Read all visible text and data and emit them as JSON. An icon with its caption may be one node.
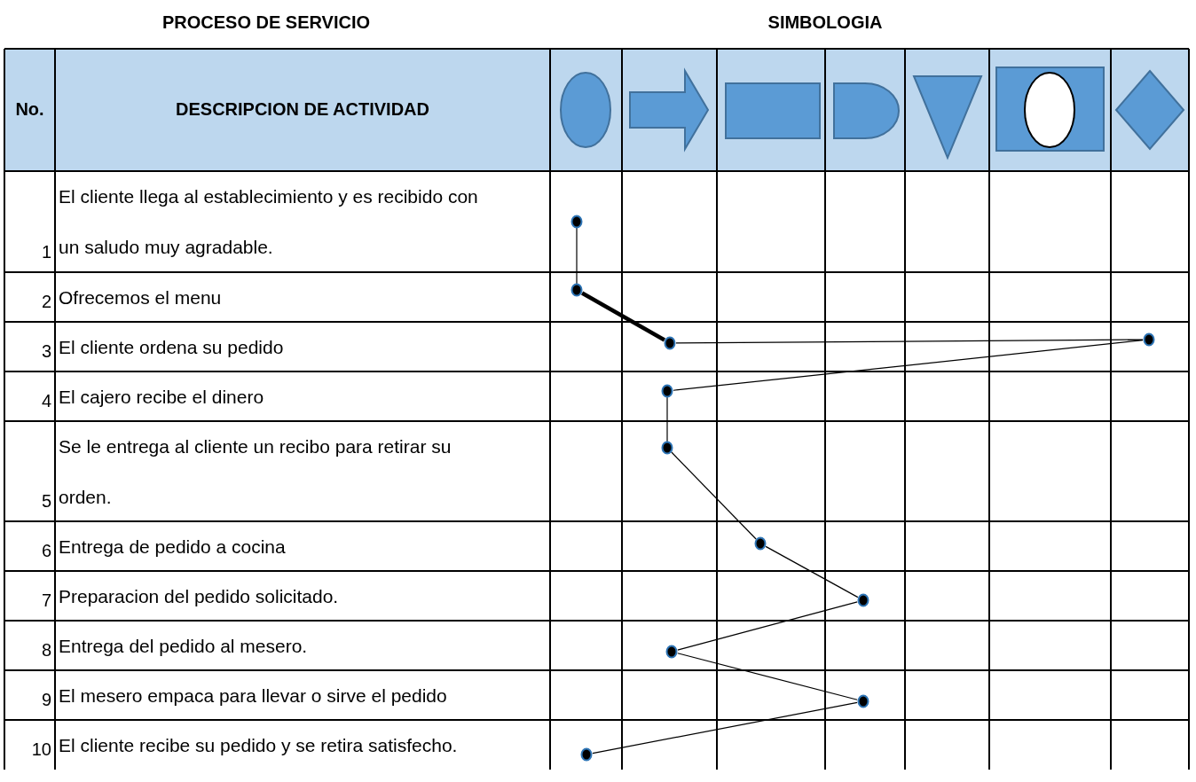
{
  "diagram": {
    "title": "PROCESO DE SERVICIO",
    "nodes": [
      {
        "text": [],
        "shape": "circle"
      },
      {
        "text": [],
        "shape": "circle"
      },
      {
        "text": [],
        "shape": "circle"
      },
      {
        "text": [],
        "shape": "circle"
      },
      {
        "text": [],
        "shape": "circle"
      },
      {
        "text": [],
        "shape": "circle"
      },
      {
        "text": [],
        "shape": "circle"
      },
      {
        "text": [],
        "shape": "circle"
      },
      {
        "text": [],
        "shape": "circle"
      },
      {
        "text": [],
        "shape": "circle"
      },
      {
        "text": [],
        "shape": "circle"
      }
    ],
    "edges": [
      {
        "from": 0,
        "to": 1,
        "arrow": "none"
      },
      {
        "from": 1,
        "to": 2,
        "arrow": "none",
        "style": "thick"
      },
      {
        "from": 2,
        "to": 3,
        "arrow": "none"
      },
      {
        "from": 3,
        "to": 4,
        "arrow": "none"
      },
      {
        "from": 4,
        "to": 5,
        "arrow": "none"
      },
      {
        "from": 5,
        "to": 6,
        "arrow": "none"
      },
      {
        "from": 6,
        "to": 7,
        "arrow": "none"
      },
      {
        "from": 7,
        "to": 8,
        "arrow": "none"
      },
      {
        "from": 8,
        "to": 9,
        "arrow": "none"
      },
      {
        "from": 9,
        "to": 10,
        "arrow": "none"
      }
    ],
    "labels": [
      "SIMBOLOGIA",
      "No.",
      "DESCRIPCION DE ACTIVIDAD",
      "1",
      "El cliente llega al establecimiento y es recibido con un saludo muy agradable.",
      "2",
      "Ofrecemos el menu",
      "3",
      "El cliente ordena su pedido",
      "4",
      "El cajero recibe el dinero",
      "5",
      "Se le entrega al cliente un recibo para retirar su orden.",
      "6",
      "Entrega de pedido a cocina",
      "7",
      "Preparacion del pedido solicitado.",
      "8",
      "Entrega del pedido al mesero.",
      "9",
      "El mesero empaca para llevar o sirve el pedido",
      "10",
      "El cliente recibe su pedido y se retira satisfecho."
    ]
  }
}
